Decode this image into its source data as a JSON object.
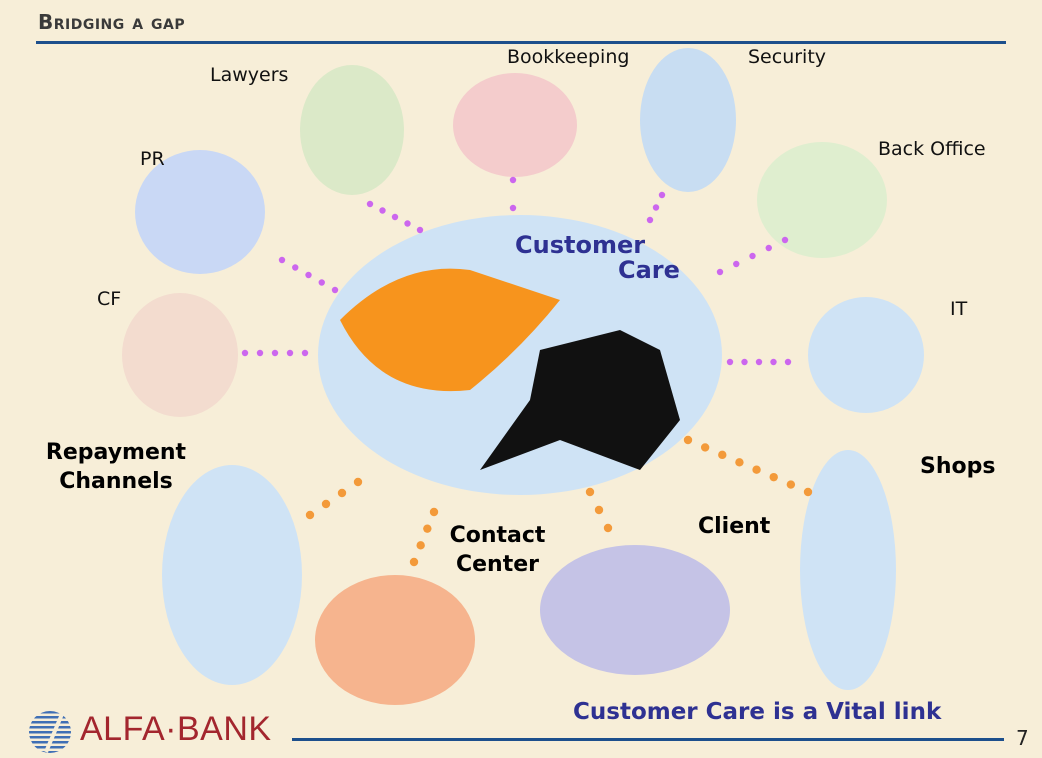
{
  "slide": {
    "title": "Bridging a gap",
    "tagline": "Customer Care is a Vital link",
    "page_number": "7",
    "logo": "ALFA·BANK"
  },
  "center": {
    "line1": "Customer",
    "line2": "Care"
  },
  "nodes": {
    "lawyers": "Lawyers",
    "bookkeeping": "Bookkeeping",
    "security": "Security",
    "pr": "PR",
    "back_office": "Back Office",
    "cf": "CF",
    "it": "IT",
    "repayment_1": "Repayment",
    "repayment_2": "Channels",
    "contact_1": "Contact",
    "contact_2": "Center",
    "client": "Client",
    "shops": "Shops"
  },
  "colors": {
    "internal_link": "#cc66ee",
    "external_link": "#f39a3a",
    "accent": "#2e3192",
    "rule": "#1d4f8c",
    "brand": "#a3262e"
  }
}
